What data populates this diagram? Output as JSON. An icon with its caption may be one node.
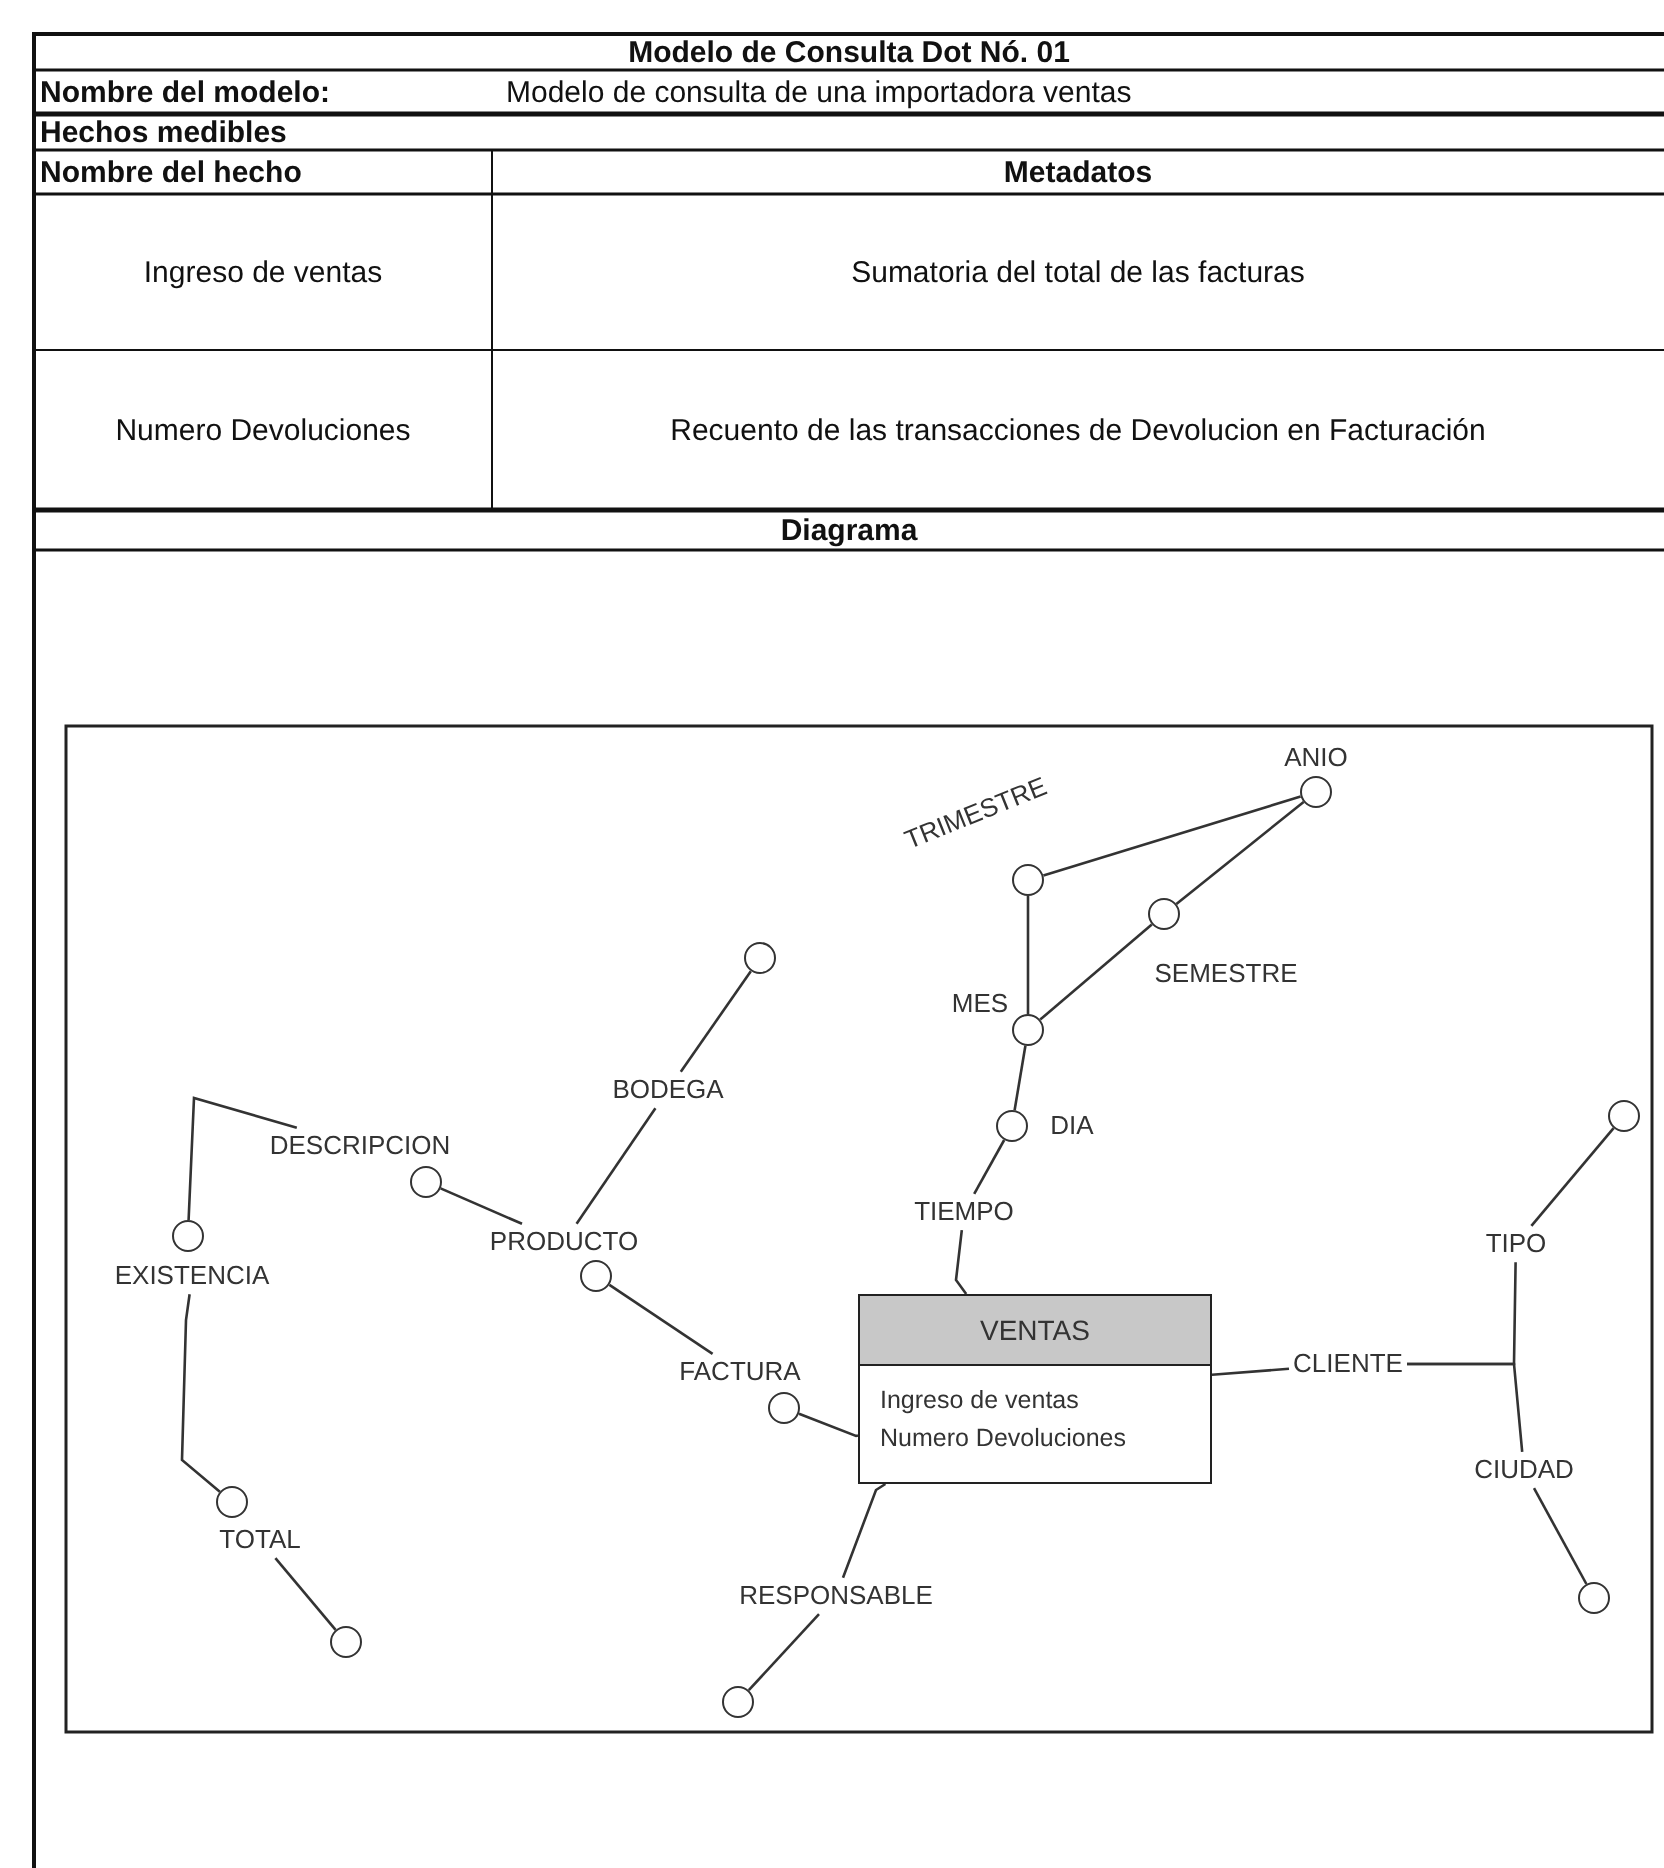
{
  "diagram": {
    "title": "Modelo de Consulta Dot Nó. 01",
    "nodes": [
      {
        "text": [
          "VENTAS",
          "Ingreso de ventas",
          "Numero Devoluciones"
        ]
      },
      {
        "text": [],
        "shape": "circle",
        "beside": [
          "ANIO"
        ]
      },
      {
        "text": [],
        "shape": "circle",
        "beside": [
          "TRIMESTRE"
        ]
      },
      {
        "text": [],
        "shape": "circle",
        "beside": [
          "SEMESTRE"
        ]
      },
      {
        "text": [],
        "shape": "circle",
        "beside": [
          "MES"
        ]
      },
      {
        "text": [],
        "shape": "circle",
        "beside": [
          "DIA"
        ]
      },
      {
        "text": [
          "TIEMPO"
        ]
      },
      {
        "text": [],
        "shape": "circle"
      },
      {
        "text": [
          "BODEGA"
        ]
      },
      {
        "text": [
          "DESCRIPCION"
        ]
      },
      {
        "text": [],
        "shape": "circle"
      },
      {
        "text": [
          "PRODUCTO"
        ]
      },
      {
        "text": [],
        "shape": "circle"
      },
      {
        "text": [],
        "shape": "circle"
      },
      {
        "text": [
          "EXISTENCIA"
        ]
      },
      {
        "text": [
          "FACTURA"
        ]
      },
      {
        "text": [],
        "shape": "circle"
      },
      {
        "text": [],
        "shape": "circle"
      },
      {
        "text": [
          "TIPO"
        ]
      },
      {
        "text": [
          "CLIENTE"
        ]
      },
      {
        "text": [
          "CIUDAD"
        ]
      },
      {
        "text": [],
        "shape": "circle"
      },
      {
        "text": [],
        "shape": "circle"
      },
      {
        "text": [
          "TOTAL"
        ]
      },
      {
        "text": [],
        "shape": "circle"
      },
      {
        "text": [
          "RESPONSABLE"
        ]
      },
      {
        "text": [],
        "shape": "circle"
      }
    ],
    "edges": [
      {
        "from": 1,
        "to": 2,
        "arrow": "none"
      },
      {
        "from": 1,
        "to": 3,
        "arrow": "none"
      },
      {
        "from": 2,
        "to": 4,
        "arrow": "none"
      },
      {
        "from": 3,
        "to": 4,
        "arrow": "none"
      },
      {
        "from": 4,
        "to": 5,
        "arrow": "none"
      },
      {
        "from": 5,
        "to": 6,
        "arrow": "none"
      },
      {
        "from": 6,
        "to": 0,
        "arrow": "none"
      },
      {
        "from": 7,
        "to": 8,
        "arrow": "none"
      },
      {
        "from": 8,
        "to": 11,
        "arrow": "none"
      },
      {
        "from": 10,
        "to": 11,
        "arrow": "none"
      },
      {
        "from": 9,
        "to": 13,
        "arrow": "none"
      },
      {
        "from": 14,
        "to": 22,
        "arrow": "none"
      },
      {
        "from": 12,
        "to": 15,
        "arrow": "none"
      },
      {
        "from": 16,
        "to": 0,
        "arrow": "none"
      },
      {
        "from": 17,
        "to": 18,
        "arrow": "none"
      },
      {
        "from": 19,
        "to": 18,
        "arrow": "none"
      },
      {
        "from": 19,
        "to": 20,
        "arrow": "none"
      },
      {
        "from": 0,
        "to": 19,
        "arrow": "none"
      },
      {
        "from": 20,
        "to": 21,
        "arrow": "none"
      },
      {
        "from": 23,
        "to": 24,
        "arrow": "none"
      },
      {
        "from": 0,
        "to": 25,
        "arrow": "none"
      },
      {
        "from": 25,
        "to": 26,
        "arrow": "none"
      }
    ],
    "labels": [
      "Nombre del modelo:",
      "Modelo de consulta de una importadora ventas",
      "Hechos medibles",
      "Nombre del hecho",
      "Metadatos",
      "Ingreso de ventas",
      "Sumatoria del total de las facturas",
      "Numero Devoluciones",
      "Recuento de las transacciones de Devolucion en Facturación",
      "Diagrama"
    ]
  }
}
